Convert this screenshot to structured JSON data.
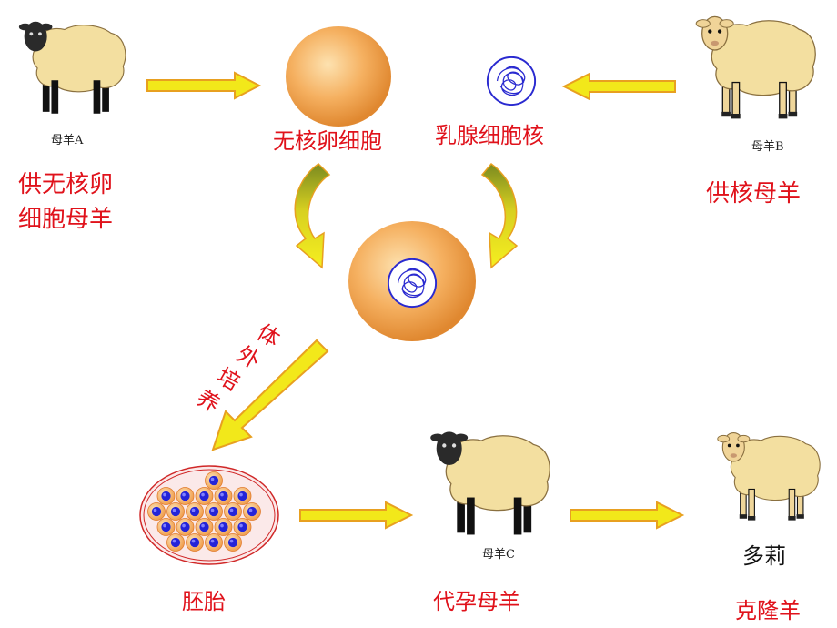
{
  "labels": {
    "ewe_a": "母羊A",
    "ewe_b": "母羊B",
    "ewe_c": "母羊C",
    "enucleated_egg": "无核卵细胞",
    "mammary_nucleus": "乳腺细胞核",
    "egg_donor_line1": "供无核卵",
    "egg_donor_line2": "细胞母羊",
    "nucleus_donor": "供核母羊",
    "in_vitro_culture": [
      "体",
      "外",
      "培",
      "养"
    ],
    "embryo": "胚胎",
    "surrogate": "代孕母羊",
    "dolly": "多莉",
    "clone_sheep": "克隆羊"
  },
  "colors": {
    "label_red": "#e0121b",
    "arrow_fill": "#f2e81a",
    "arrow_stroke": "#e8a020",
    "egg_fill": "#f2a850",
    "sheep_wool": "#f3dfa0",
    "nucleus_blue": "#2a2ad0"
  },
  "icons": [
    "sheep-icon",
    "egg-cell-icon",
    "nucleus-icon",
    "curved-arrow-icon",
    "straight-arrow-icon",
    "embryo-dish-icon"
  ]
}
